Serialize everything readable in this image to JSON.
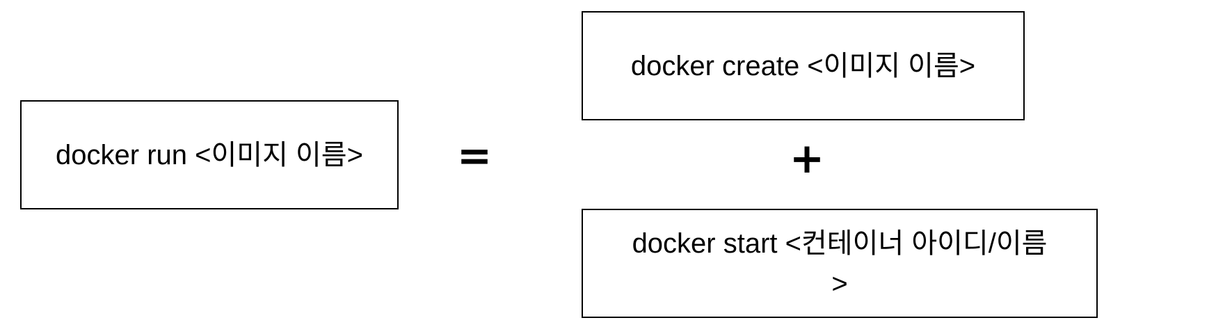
{
  "diagram": {
    "run_box": {
      "label": "docker run <이미지 이름>"
    },
    "equals_sign": "=",
    "create_box": {
      "label": "docker create <이미지 이름>"
    },
    "plus_sign": "+",
    "start_box": {
      "label": "docker start <컨테이너 아이디/이름\n>"
    }
  }
}
